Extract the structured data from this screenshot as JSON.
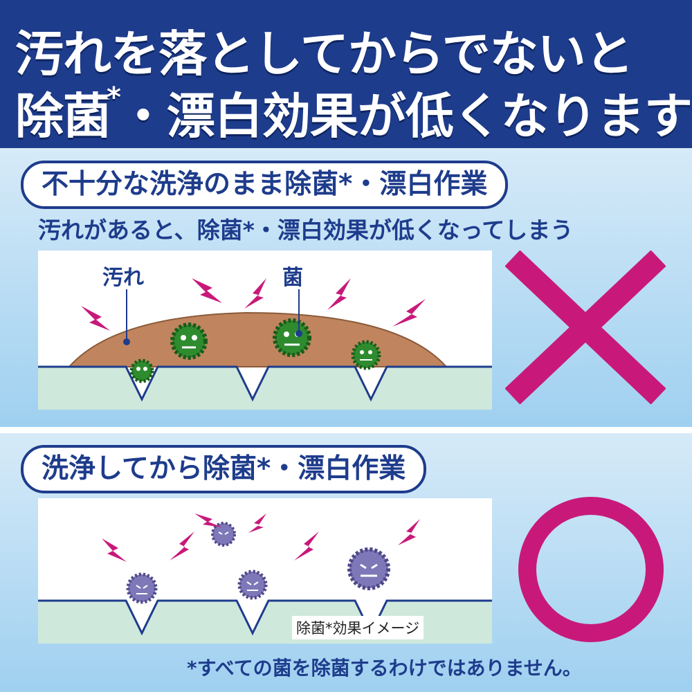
{
  "headline": {
    "line1": "汚れを落としてからでないと",
    "line2_a": "除菌",
    "line2_star": "*",
    "line2_b": "・漂白効果が低くなります！"
  },
  "panel_bad": {
    "title": "不十分な洗浄のまま除菌*・漂白作業",
    "subtitle": "汚れがあると、除菌*・漂白効果が低くなってしまう",
    "label_dirt": "汚れ",
    "label_germ": "菌",
    "mark_icon": "cross-icon",
    "mark_color": "#c8197a"
  },
  "panel_good": {
    "title": "洗浄してから除菌*・漂白作業",
    "caption": "除菌*効果イメージ",
    "mark_icon": "circle-icon",
    "mark_color": "#c8197a"
  },
  "footnote": "*すべての菌を除菌するわけではありません。",
  "colors": {
    "navy": "#1e3c8c",
    "magenta": "#c8197a",
    "dirt": "#c0855e",
    "germ_green": "#2e8b2e",
    "germ_purple": "#7e78b8",
    "bolt": "#c8197a"
  }
}
